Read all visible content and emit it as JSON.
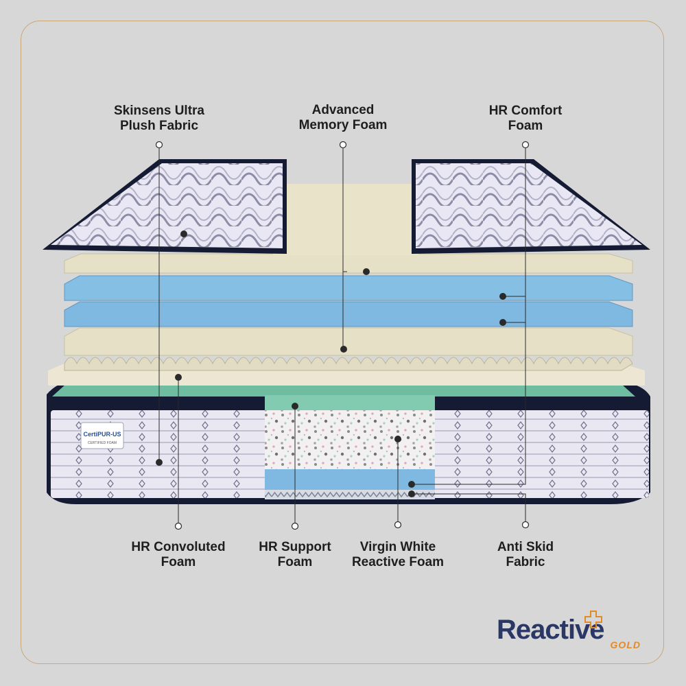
{
  "labels": {
    "skinsens": "Skinsens Ultra\nPlush Fabric",
    "memory_foam": "Advanced\nMemory Foam",
    "hr_comfort": "HR Comfort\nFoam",
    "hr_convoluted": "HR Convoluted\nFoam",
    "hr_support": "HR Support\nFoam",
    "virgin_white": "Virgin White\nReactive Foam",
    "anti_skid": "Anti Skid\nFabric"
  },
  "badge": {
    "brand": "CertiPUR-US",
    "caption": "CERTIFIED FOAM"
  },
  "logo": {
    "word": "Reactive",
    "sub": "GOLD"
  },
  "colors": {
    "background": "#d7d7d7",
    "frame": "#c9a77a",
    "memory_foam": "#e6e1c6",
    "gel_foam": "#7fb8e0",
    "support_foam": "#83cbb0",
    "navy_border": "#141b33",
    "logo_navy": "#2b3866",
    "logo_orange": "#e08a2a"
  }
}
